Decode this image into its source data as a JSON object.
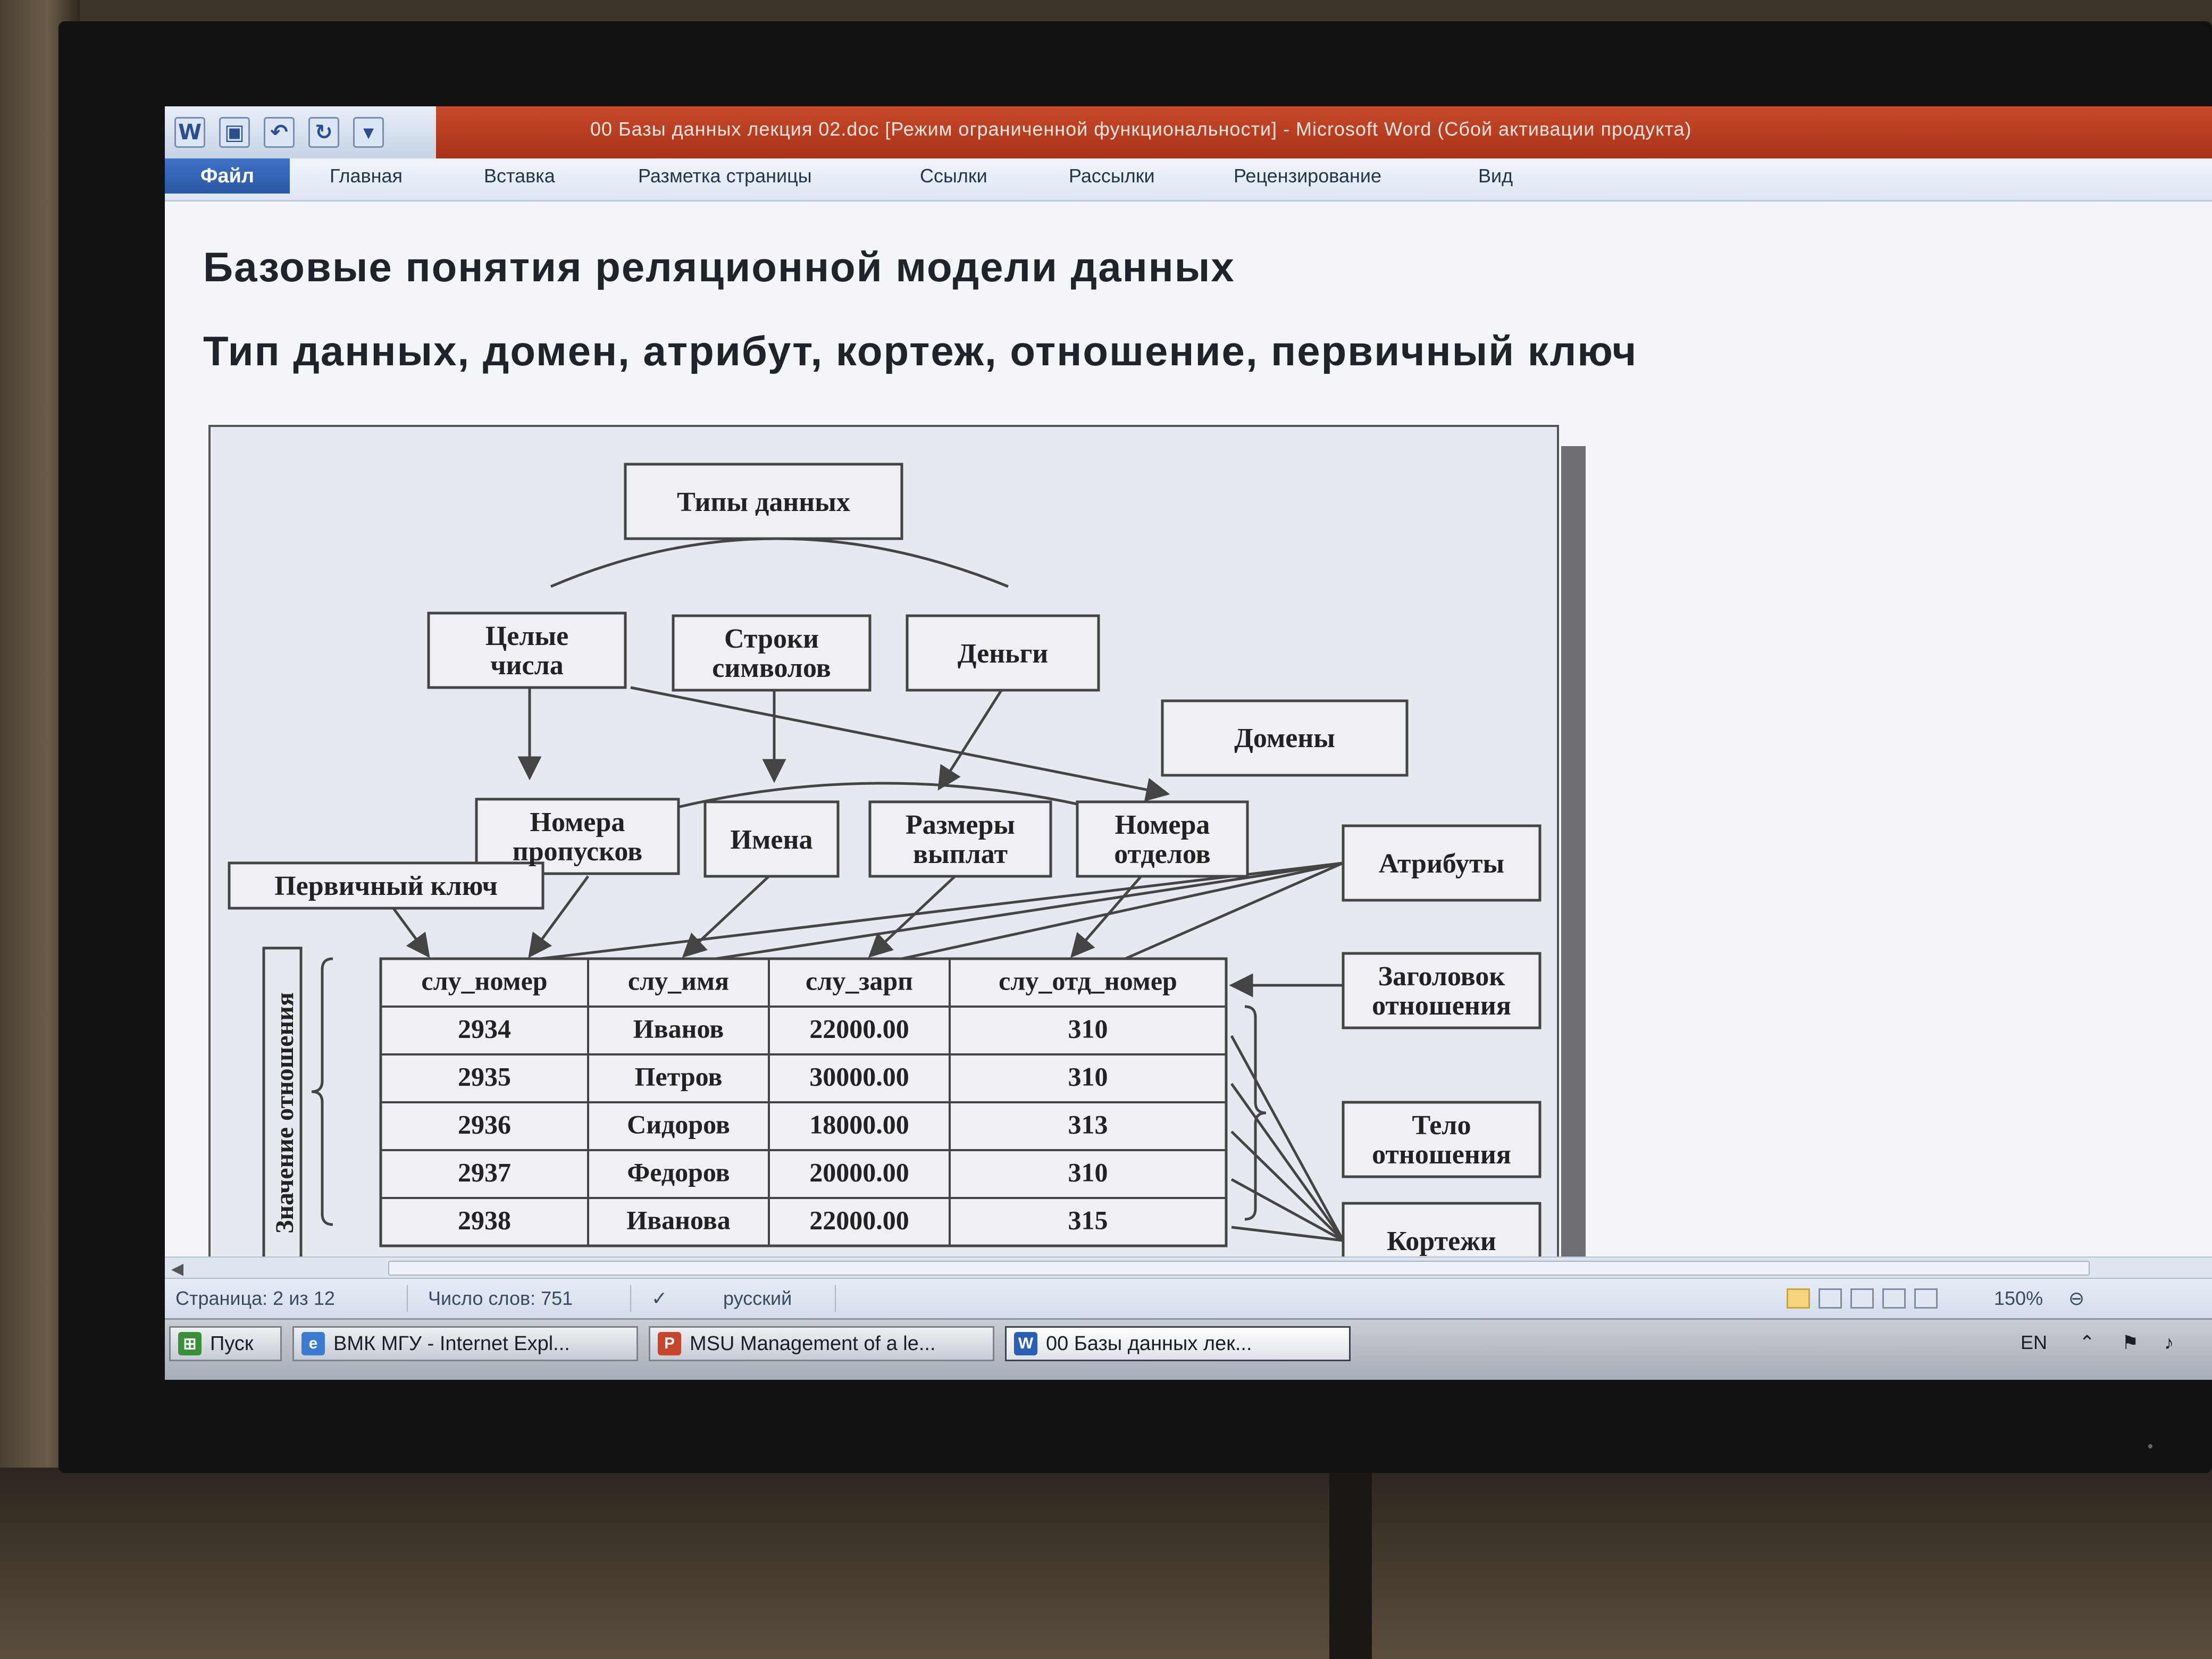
{
  "titlebar": {
    "title": "00 Базы данных лекция 02.doc [Режим ограниченной функциональности]  -  Microsoft Word (Сбой активации продукта)",
    "qat_icons": [
      "word-icon",
      "save-icon",
      "undo-icon",
      "redo-icon",
      "customize-icon"
    ]
  },
  "ribbon": {
    "tabs": [
      "Файл",
      "Главная",
      "Вставка",
      "Разметка страницы",
      "Ссылки",
      "Рассылки",
      "Рецензирование",
      "Вид"
    ]
  },
  "document": {
    "heading1": "Базовые понятия реляционной модели данных",
    "heading2": "Тип данных, домен, атрибут, кортеж, отношение, первичный ключ"
  },
  "diagram": {
    "nodes": {
      "data_types": "Типы данных",
      "integers": [
        "Целые",
        "числа"
      ],
      "strings": [
        "Строки",
        "символов"
      ],
      "money": "Деньги",
      "domains": "Домены",
      "pass_numbers": [
        "Номера",
        "пропусков"
      ],
      "names": "Имена",
      "payments": [
        "Размеры",
        "выплат"
      ],
      "dept_numbers": [
        "Номера",
        "отделов"
      ],
      "attributes": "Атрибуты",
      "primary_key": "Первичный ключ",
      "relation_header": [
        "Заголовок",
        "отношения"
      ],
      "relation_body": [
        "Тело",
        "отношения"
      ],
      "tuples": "Кортежи",
      "relation_value": "Значение отношения"
    },
    "table": {
      "columns": [
        "слу_номер",
        "слу_имя",
        "слу_зарп",
        "слу_отд_номер"
      ],
      "rows": [
        [
          "2934",
          "Иванов",
          "22000.00",
          "310"
        ],
        [
          "2935",
          "Петров",
          "30000.00",
          "310"
        ],
        [
          "2936",
          "Сидоров",
          "18000.00",
          "313"
        ],
        [
          "2937",
          "Федоров",
          "20000.00",
          "310"
        ],
        [
          "2938",
          "Иванова",
          "22000.00",
          "315"
        ]
      ]
    }
  },
  "statusbar": {
    "page": "Страница: 2 из 12",
    "words": "Число слов: 751",
    "language": "русский",
    "zoom": "150%"
  },
  "taskbar": {
    "start": "Пуск",
    "items": [
      "ВМК МГУ - Internet Expl...",
      "MSU Management of a le...",
      "00 Базы данных лек..."
    ],
    "language": "EN"
  }
}
